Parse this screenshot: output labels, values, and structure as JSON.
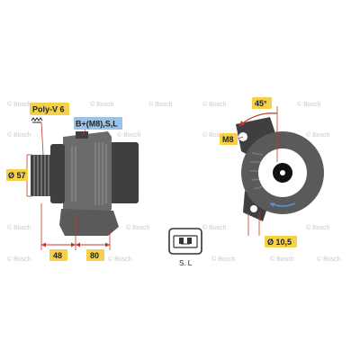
{
  "watermark": {
    "text": "© Bosch"
  },
  "labels": {
    "pulley": "Poly-V 6",
    "terminals": "B+(M8),S,L",
    "diameter_pulley": "Ø 57",
    "dim_left": "48",
    "dim_right": "80",
    "angle": "45°",
    "mount_thread": "M8",
    "mount_hole": "Ø 10,5",
    "connector_pins": "S.   L"
  },
  "colors": {
    "label_yellow": "#f5d14a",
    "label_blue": "#9cc3e6",
    "dimension_red": "#c0392b",
    "rotation_arrow": "#5b8fd6"
  }
}
